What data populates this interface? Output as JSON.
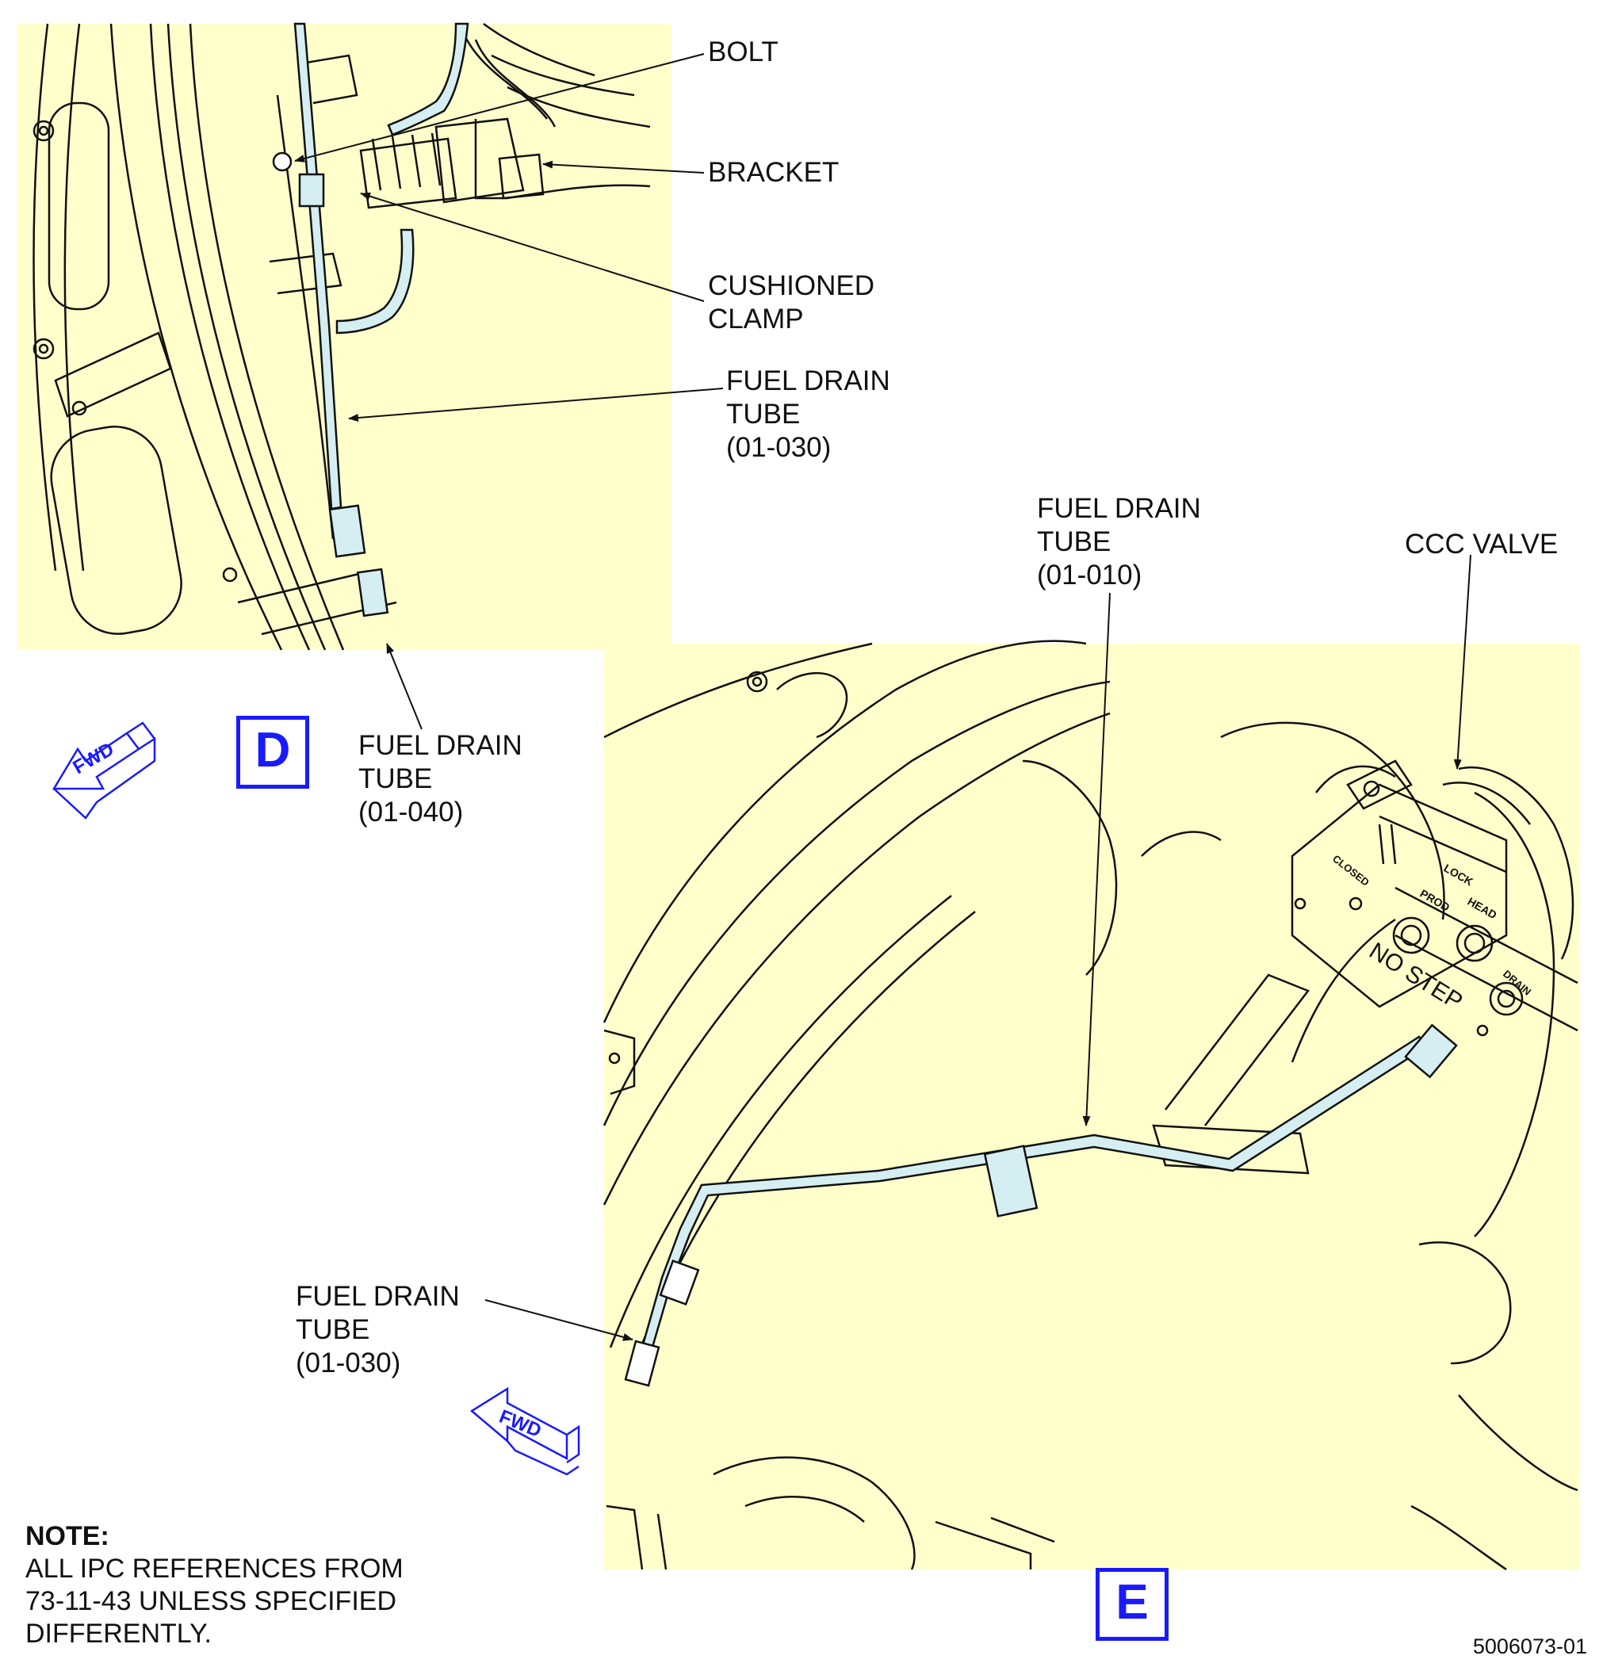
{
  "callouts_d": {
    "bolt": "BOLT",
    "bracket": "BRACKET",
    "cushioned_clamp": "CUSHIONED\nCLAMP",
    "fuel_drain_tube_030": "FUEL DRAIN\nTUBE\n(01-030)",
    "fuel_drain_tube_040": "FUEL DRAIN\nTUBE\n(01-040)"
  },
  "callouts_e": {
    "fuel_drain_tube_010": "FUEL DRAIN\nTUBE\n(01-010)",
    "ccc_valve": "CCC VALVE",
    "fuel_drain_tube_030": "FUEL DRAIN\nTUBE\n(01-030)"
  },
  "valve_markings": {
    "no_step": "NO STEP",
    "lock": "LOCK",
    "prod": "PROD",
    "head": "HEAD",
    "drain": "DRAIN",
    "closed": "CLOSED"
  },
  "fwd_label": "FWD",
  "view_d": "D",
  "view_e": "E",
  "note": {
    "title": "NOTE:",
    "body": "ALL IPC REFERENCES FROM\n73-11-43 UNLESS SPECIFIED\nDIFFERENTLY."
  },
  "figure_number": "5006073-01",
  "colors": {
    "panel_fill": "#ffffcc",
    "tube_fill": "#d5eef2",
    "view_accent": "#1a1aff"
  }
}
